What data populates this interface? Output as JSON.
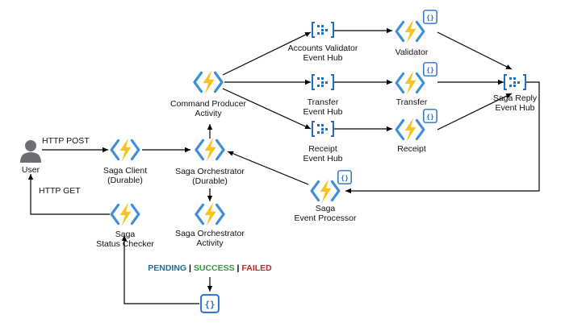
{
  "colors": {
    "function_bolt": "#f8c21c",
    "function_bracket": "#3e8fd8",
    "event_hub": "#1e6fc4",
    "storage_border": "#2a6fc9",
    "user_gray": "#6d6e71",
    "pending": "#1f6d9c",
    "success": "#2f9a3d",
    "failed": "#c0282d"
  },
  "icons": {
    "function": "azure-function-icon",
    "event_hub": "event-hub-icon",
    "storage": "json-storage-icon",
    "user": "user-icon"
  },
  "nodes": {
    "user": {
      "label": [
        "User"
      ]
    },
    "saga_client": {
      "label": [
        "Saga Client",
        "(Durable)"
      ]
    },
    "saga_orchestrator": {
      "label": [
        "Saga Orchestrator",
        "(Durable)"
      ]
    },
    "command_producer": {
      "label": [
        "Command Producer",
        "Activity"
      ]
    },
    "orchestrator_activity": {
      "label": [
        "Saga Orchestrator",
        "Activity"
      ]
    },
    "status_checker": {
      "label": [
        "Saga",
        "Status Checker"
      ]
    },
    "accounts_validator_hub": {
      "label": [
        "Accounts Validator",
        "Event Hub"
      ]
    },
    "transfer_hub": {
      "label": [
        "Transfer",
        "Event Hub"
      ]
    },
    "receipt_hub": {
      "label": [
        "Receipt",
        "Event Hub"
      ]
    },
    "validator": {
      "label": [
        "Validator"
      ]
    },
    "transfer": {
      "label": [
        "Transfer"
      ]
    },
    "receipt": {
      "label": [
        "Receipt"
      ]
    },
    "saga_reply_hub": {
      "label": [
        "Saga Reply",
        "Event Hub"
      ]
    },
    "event_processor": {
      "label": [
        "Saga",
        "Event Processor"
      ]
    }
  },
  "edges": {
    "http_post": "HTTP POST",
    "http_get": "HTTP GET"
  },
  "status_line": {
    "pending": "PENDING",
    "sep1": " | ",
    "success": "SUCCESS",
    "sep2": " | ",
    "failed": "FAILED"
  }
}
